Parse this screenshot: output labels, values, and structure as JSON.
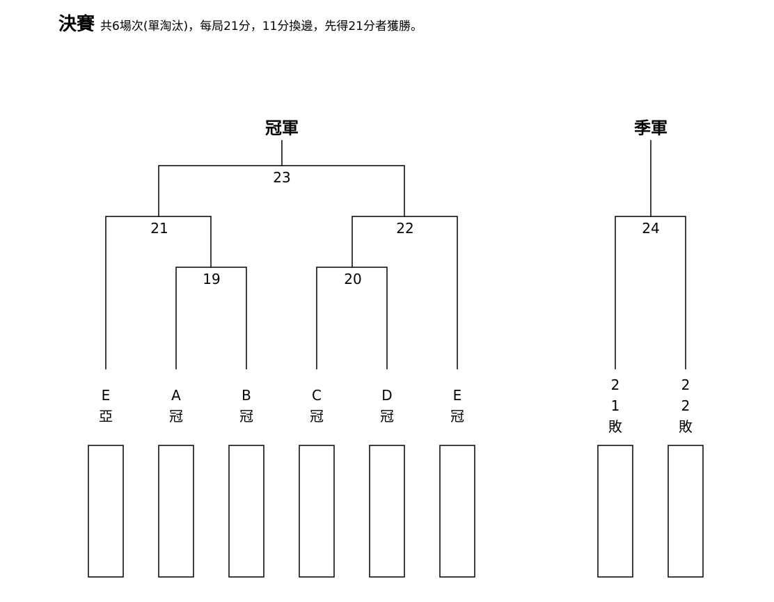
{
  "header": {
    "title": "決賽",
    "description": "共6場次(單淘汰)，每局21分，11分換邊，先得21分者獲勝。"
  },
  "titles": {
    "champion": "冠軍",
    "third_place": "季軍"
  },
  "matches": {
    "m19": "19",
    "m20": "20",
    "m21": "21",
    "m22": "22",
    "m23": "23",
    "m24": "24"
  },
  "seeds": [
    {
      "line1": "E",
      "line2": "亞"
    },
    {
      "line1": "A",
      "line2": "冠"
    },
    {
      "line1": "B",
      "line2": "冠"
    },
    {
      "line1": "C",
      "line2": "冠"
    },
    {
      "line1": "D",
      "line2": "冠"
    },
    {
      "line1": "E",
      "line2": "冠"
    },
    {
      "line1": "2",
      "line2": "1",
      "line3": "敗"
    },
    {
      "line1": "2",
      "line2": "2",
      "line3": "敗"
    }
  ]
}
